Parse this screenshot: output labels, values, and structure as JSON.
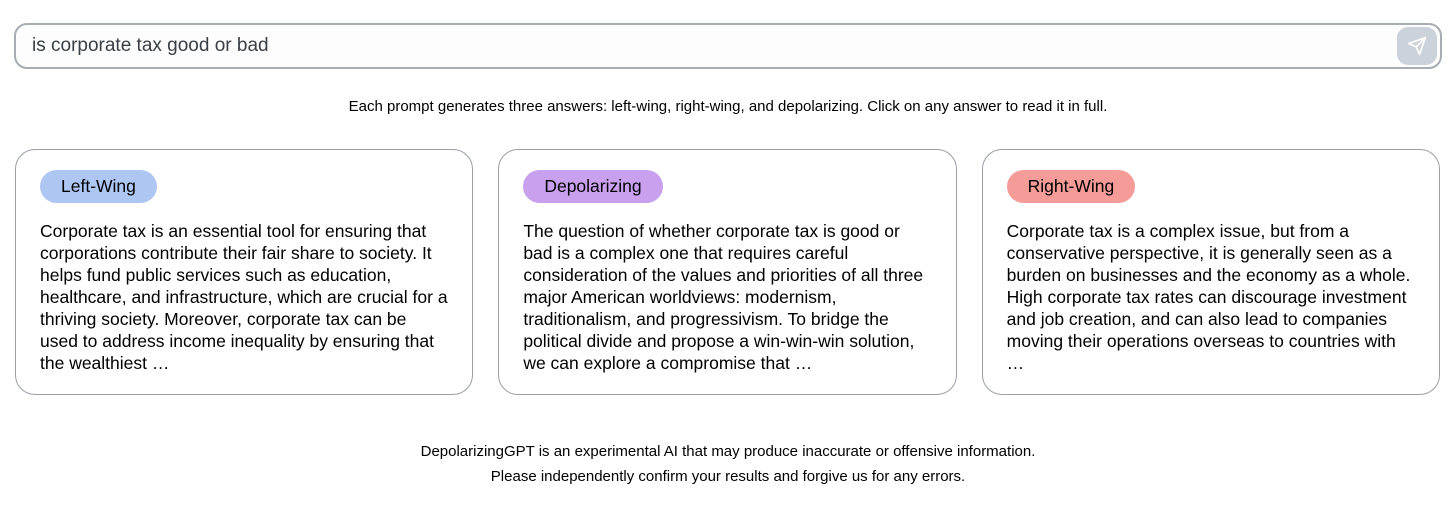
{
  "prompt_bar": {
    "value": "is corporate tax good or bad",
    "send_icon": "paper-plane-icon"
  },
  "instruction": "Each prompt generates three answers: left-wing, right-wing, and depolarizing. Click on any answer to read it in full.",
  "answers": [
    {
      "label": "Left-Wing",
      "badge_color": "#aec6f2",
      "text": "Corporate tax is an essential tool for ensuring that corporations contribute their fair share to society. It helps fund public services such as education, healthcare, and infrastructure, which are crucial for a thriving society. Moreover, corporate tax can be used to address income inequality by ensuring that the wealthiest …"
    },
    {
      "label": "Depolarizing",
      "badge_color": "#c9a0ee",
      "text": "The question of whether corporate tax is good or bad is a complex one that requires careful consideration of the values and priorities of all three major American worldviews: modernism, traditionalism, and progressivism. To bridge the political divide and propose a win-win-win solution, we can explore a compromise that …"
    },
    {
      "label": "Right-Wing",
      "badge_color": "#f59c98",
      "text": "Corporate tax is a complex issue, but from a conservative perspective, it is generally seen as a burden on businesses and the economy as a whole. High corporate tax rates can discourage investment and job creation, and can also lead to companies moving their operations overseas to countries with …"
    }
  ],
  "footer": {
    "line1": "DepolarizingGPT is an experimental AI that may produce inaccurate or offensive information.",
    "line2": "Please independently confirm your results and forgive us for any errors."
  }
}
